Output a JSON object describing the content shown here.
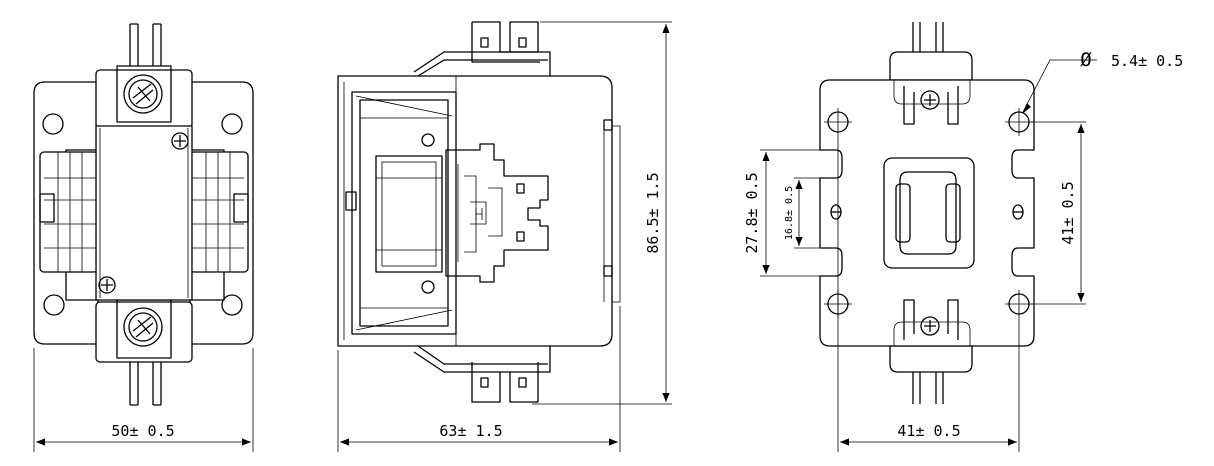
{
  "views": {
    "front": {
      "width_dimension": "50± 0.5"
    },
    "side": {
      "width_dimension": "63± 1.5",
      "height_dimension": "86.5± 1.5"
    },
    "back": {
      "width_dimension": "41± 0.5",
      "hole_dimension": "5.4± 0.5",
      "hole_symbol": "Ø",
      "vertical_spacing_dimension": "41± 0.5",
      "outer_slot_dimension": "27.8± 0.5",
      "inner_slot_dimension": "16.8± 0.5"
    }
  }
}
